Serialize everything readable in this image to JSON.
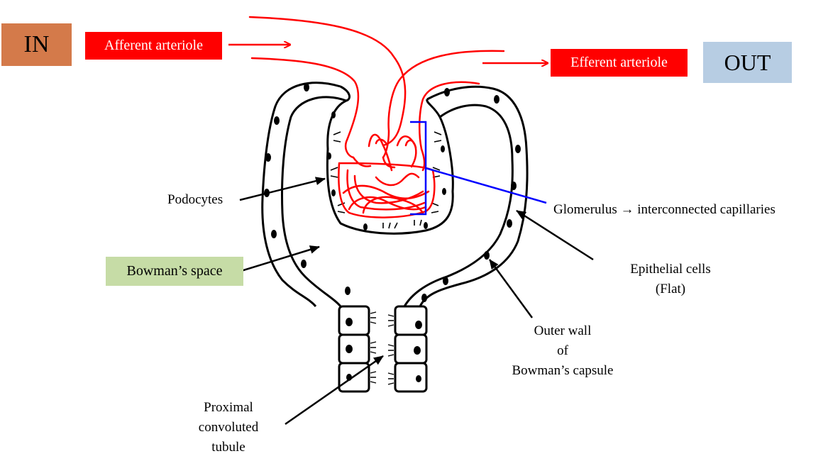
{
  "io": {
    "in": "IN",
    "out": "OUT"
  },
  "vessels": {
    "afferent": "Afferent arteriole",
    "efferent": "Efferent arteriole"
  },
  "labels": {
    "podocytes": "Podocytes",
    "bowmans_space": "Bowman’s space",
    "glomerulus": "Glomerulus → interconnected capillaries",
    "epithelial_1": "Epithelial cells",
    "epithelial_2": "(Flat)",
    "outer_wall_1": "Outer wall",
    "outer_wall_2": "of",
    "outer_wall_3": "Bowman’s capsule",
    "pct_1": "Proximal",
    "pct_2": "convoluted",
    "pct_3": "tubule"
  },
  "colors": {
    "vessel": "#ff0000",
    "bracket": "#0000ff",
    "in_box": "#d47a4a",
    "out_box": "#b7cde3",
    "bowman_box": "#c6dca6"
  }
}
